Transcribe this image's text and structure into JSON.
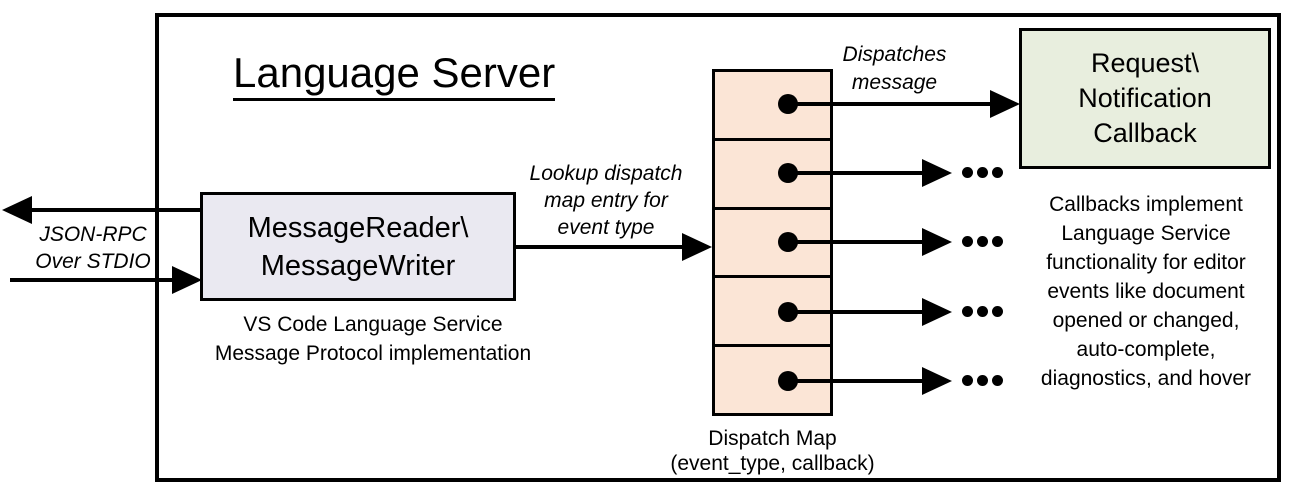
{
  "diagram": {
    "title": "Language Server",
    "io": {
      "label_line1": "JSON-RPC",
      "label_line2": "Over STDIO"
    },
    "message_box": {
      "line1": "MessageReader\\",
      "line2": "MessageWriter",
      "caption_line1": "VS Code Language Service",
      "caption_line2": "Message Protocol implementation"
    },
    "lookup_label": {
      "line1": "Lookup dispatch",
      "line2": "map entry for",
      "line3": "event type"
    },
    "dispatches_label": {
      "line1": "Dispatches",
      "line2": "message"
    },
    "dispatch_map": {
      "caption_line1": "Dispatch Map",
      "caption_line2": "(event_type, callback)",
      "row_count": "5"
    },
    "callback_box": {
      "line1": "Request\\",
      "line2": "Notification",
      "line3": "Callback"
    },
    "callbacks_note": [
      "Callbacks implement",
      "Language Service",
      "functionality for editor",
      "events like document",
      "opened or changed,",
      "auto-complete,",
      "diagnostics, and hover"
    ],
    "icons": {
      "ellipsis": "…",
      "arrow_right": "→",
      "arrow_left": "←",
      "map_entry_dot": "●"
    },
    "colors": {
      "message_box_fill": "#EAE9F1",
      "dispatch_cell_fill": "#FBE5D6",
      "callback_box_fill": "#E8EEDE",
      "line": "#000000",
      "background": "#FFFFFF"
    }
  }
}
